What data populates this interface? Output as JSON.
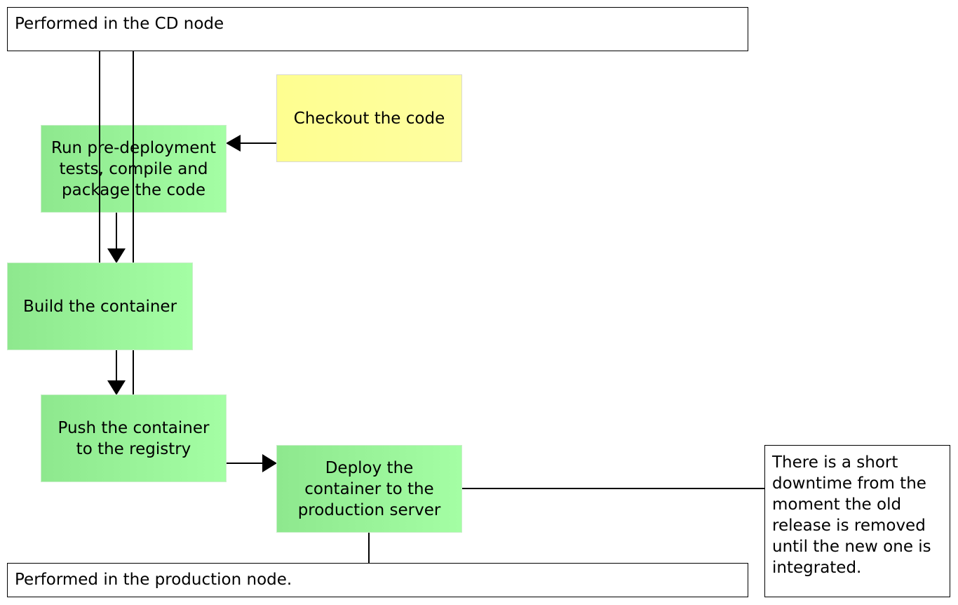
{
  "notes": {
    "cd_node": "Performed in the CD node",
    "production_node": "Performed in the production node.",
    "downtime": "There is a short\ndowntime from the\nmoment the old\nrelease is removed\nuntil the new one is\nintegrated."
  },
  "steps": {
    "checkout": "Checkout the code",
    "tests": "Run pre-deployment\ntests, compile and\npackage the code",
    "build": "Build the container",
    "push": "Push the container\nto the registry",
    "deploy": "Deploy the\ncontainer to the\nproduction server"
  },
  "colors": {
    "step_green": "#8ee88e",
    "step_green_light": "#a4fea4",
    "step_yellow": "#fefe90",
    "line": "#000000"
  }
}
